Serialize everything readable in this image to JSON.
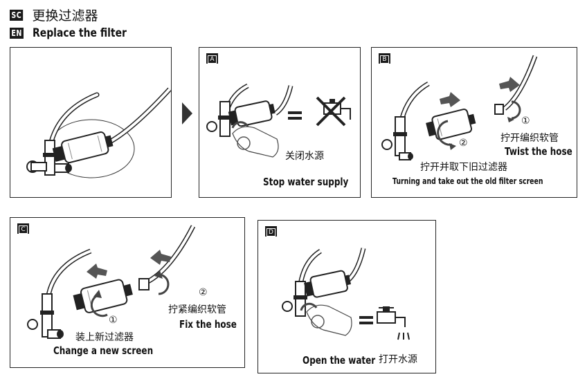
{
  "header": {
    "sc_badge": "SC",
    "sc_title": "更换过滤器",
    "en_badge": "EN",
    "en_title": "Replace the filter"
  },
  "panels": {
    "a": {
      "tag": "A",
      "zh": "关闭水源",
      "en": "Stop water supply"
    },
    "b": {
      "tag": "B",
      "step1_num": "①",
      "step1_zh": "拧开编织软管",
      "step1_en": "Twist the hose",
      "step2_num": "②",
      "step2_zh": "拧开并取下旧过滤器",
      "step2_en": "Turning and take out the old filter screen"
    },
    "c": {
      "tag": "C",
      "step1_num": "①",
      "step1_zh": "装上新过滤器",
      "step1_en": "Change a new screen",
      "step2_num": "②",
      "step2_zh": "拧紧编织软管",
      "step2_en": "Fix the hose"
    },
    "d": {
      "tag": "D",
      "en": "Open the water",
      "zh": "打开水源"
    }
  },
  "colors": {
    "ink": "#1a1a1a",
    "arrow_gray": "#555555",
    "line": "#222222"
  },
  "icons": [
    "faucet-icon",
    "filter-icon",
    "hose-icon",
    "hand-icon",
    "arrow-right-icon",
    "rotate-arrow-icon",
    "cross-icon",
    "equals-icon"
  ]
}
